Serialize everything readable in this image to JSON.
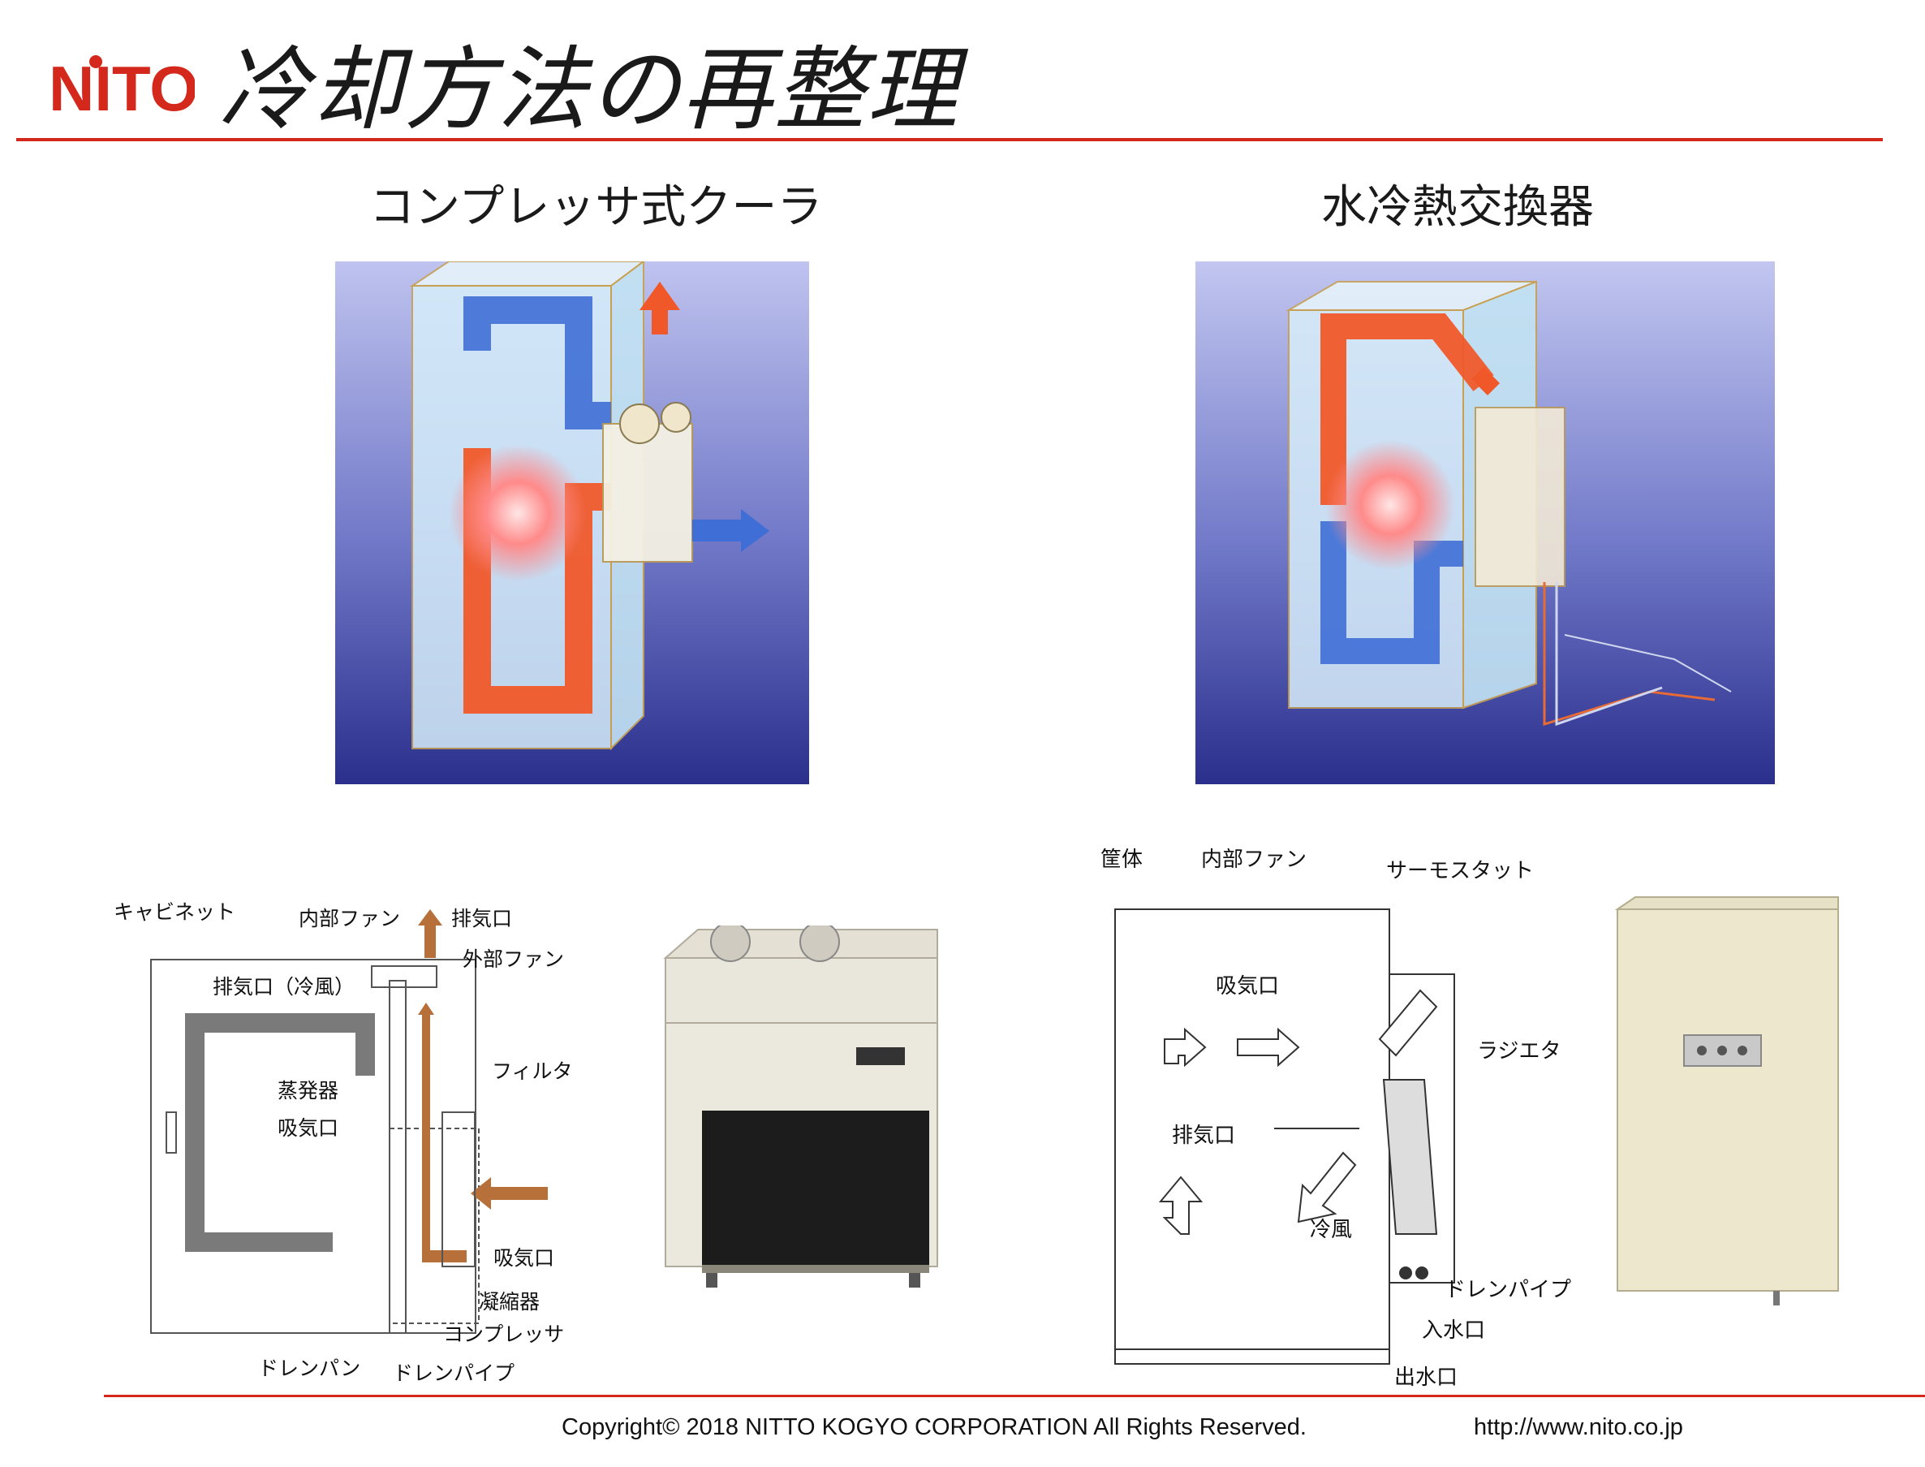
{
  "header": {
    "brand": "NITO",
    "title": "冷却方法の再整理"
  },
  "sections": {
    "left_title": "コンプレッサ式クーラ",
    "right_title": "水冷熱交換器"
  },
  "left_diagram": {
    "labels": {
      "cabinet": "キャビネット",
      "internal_fan": "内部ファン",
      "exhaust_top": "排気口",
      "external_fan": "外部ファン",
      "exhaust_cold": "排気口（冷風）",
      "filter": "フィルタ",
      "evaporator": "蒸発器",
      "intake_inner": "吸気口",
      "intake_outer": "吸気口",
      "condenser": "凝縮器",
      "compressor": "コンプレッサ",
      "drain_pan": "ドレンパン",
      "drain_pipe": "ドレンパイプ"
    }
  },
  "right_diagram": {
    "labels": {
      "housing": "筐体",
      "internal_fan": "内部ファン",
      "thermostat": "サーモスタット",
      "intake": "吸気口",
      "radiator": "ラジエタ",
      "exhaust": "排気口",
      "cold_air": "冷風",
      "drain_pipe": "ドレンパイプ",
      "water_in": "入水口",
      "water_out": "出水口"
    }
  },
  "footer": {
    "copyright": "Copyright© 2018 NITTO KOGYO CORPORATION All Rights Reserved.",
    "url": "http://www.nito.co.jp"
  },
  "colors": {
    "accent_red": "#d4281c",
    "hot": "#f0582a",
    "cold": "#3f6fd6",
    "arrow_brown": "#b8703a"
  }
}
